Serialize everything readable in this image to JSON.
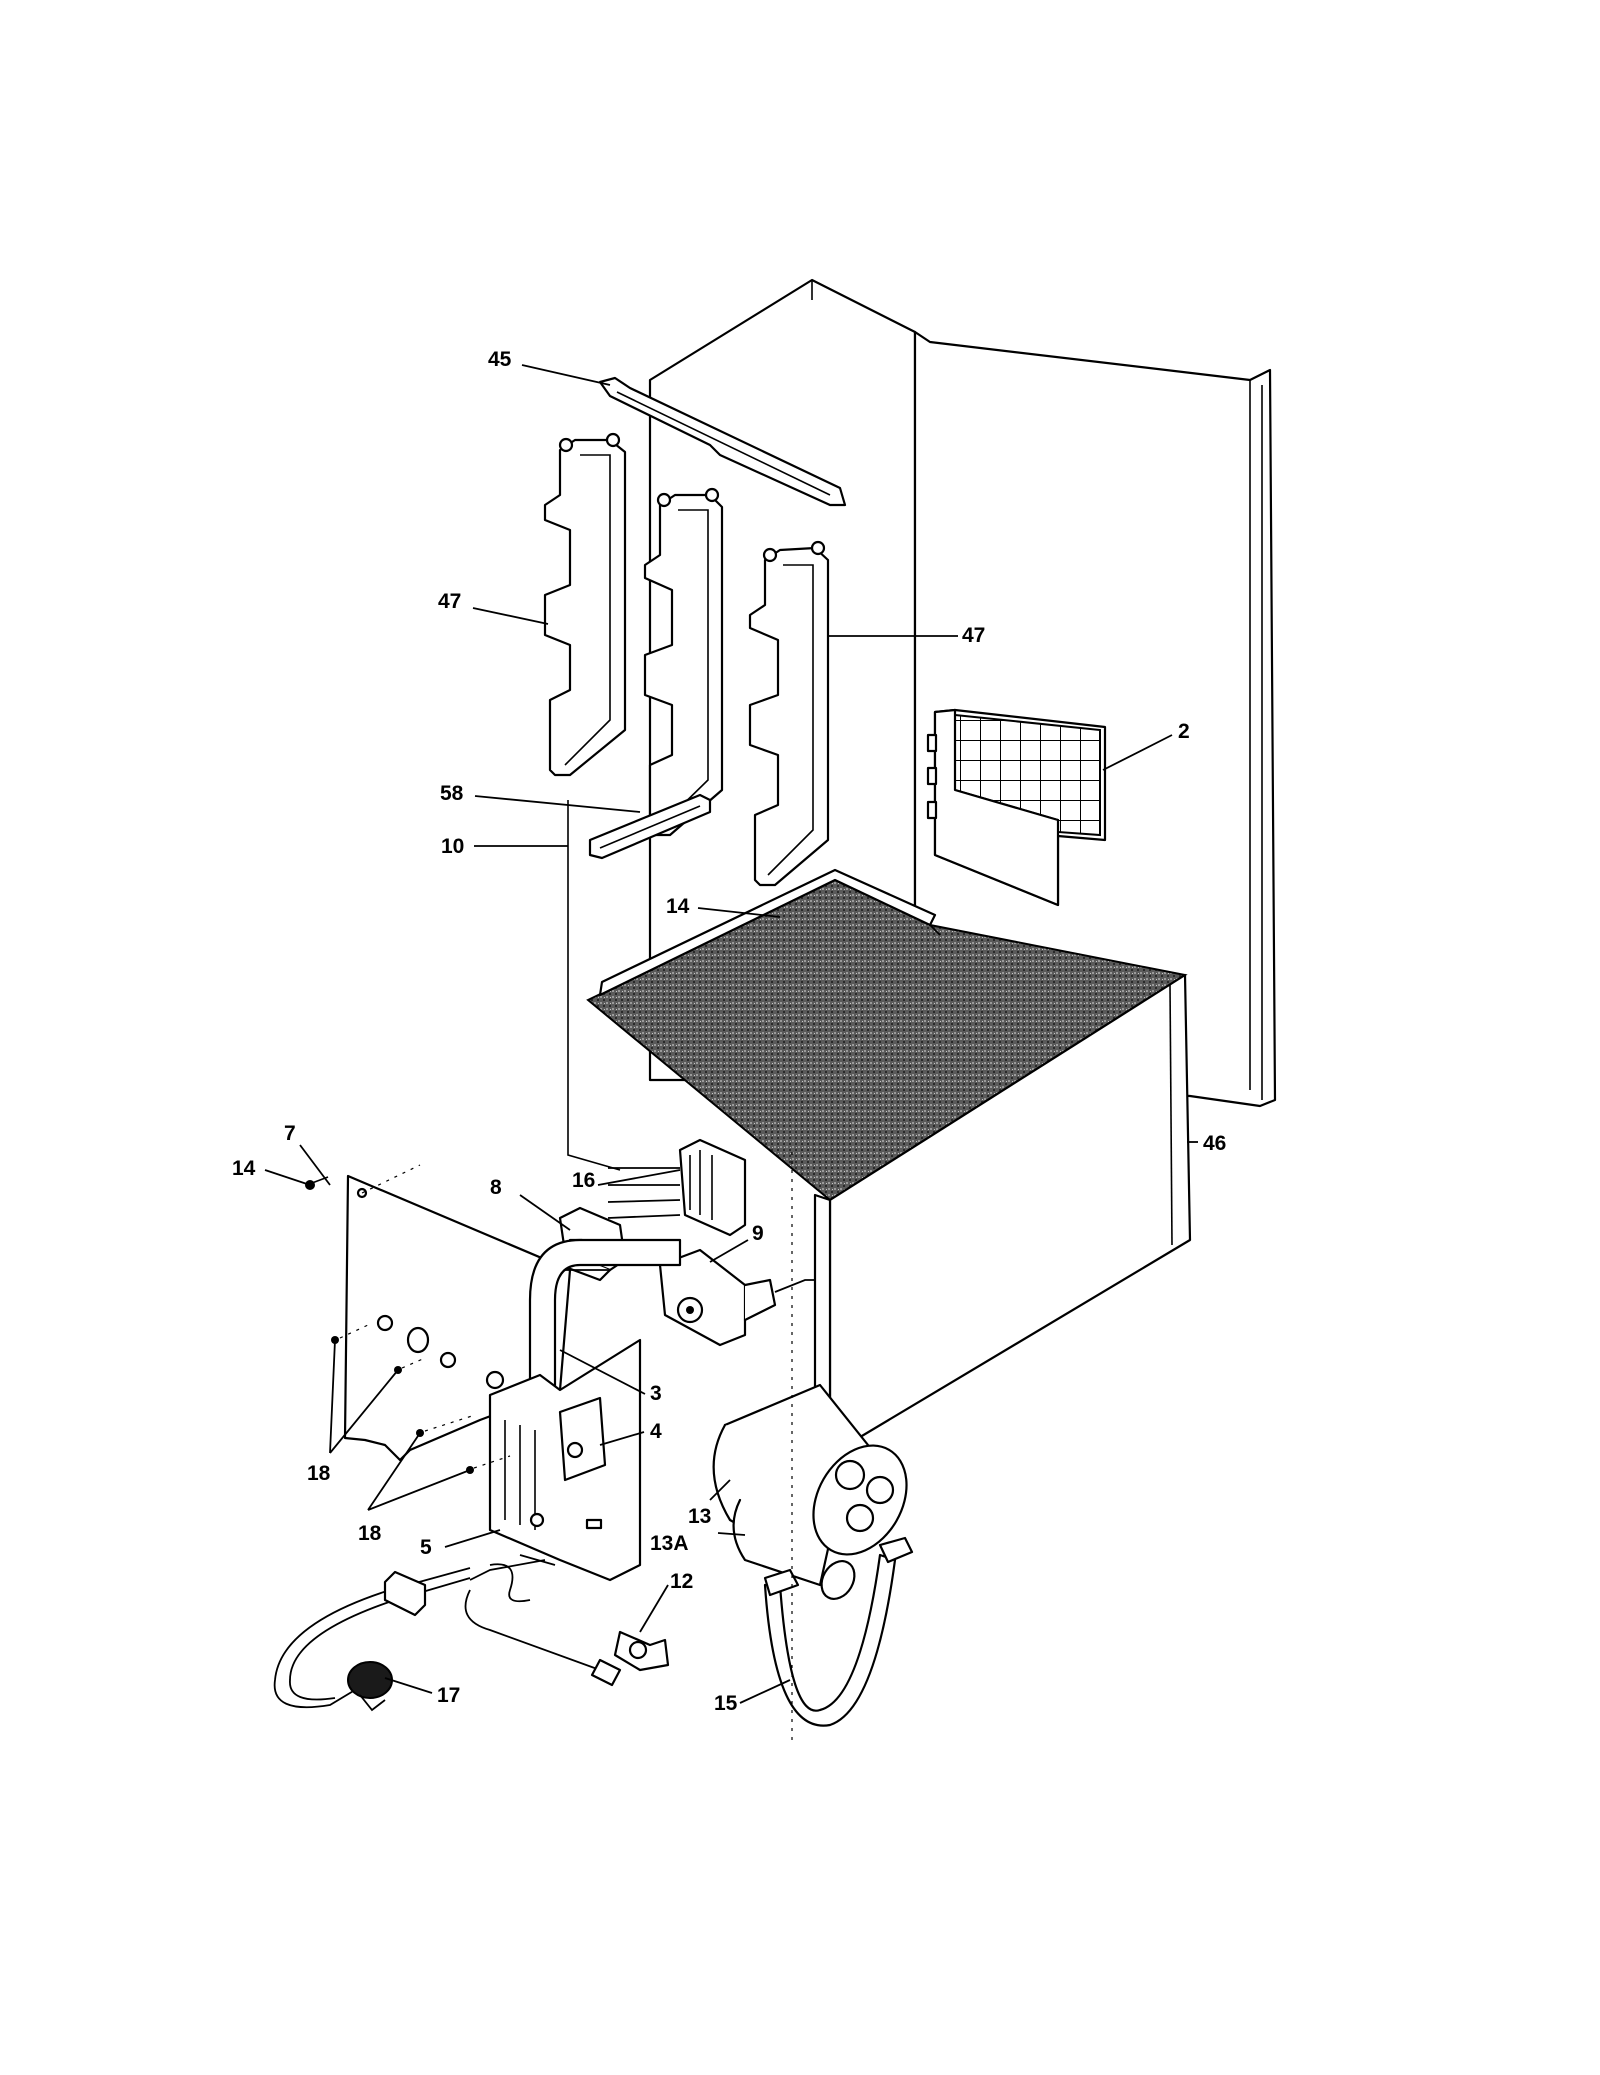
{
  "callouts": {
    "c45": "45",
    "c47a": "47",
    "c47b": "47",
    "c2": "2",
    "c58": "58",
    "c10": "10",
    "c14a": "14",
    "c46": "46",
    "c7": "7",
    "c14b": "14",
    "c16": "16",
    "c8": "8",
    "c9": "9",
    "c3": "3",
    "c4": "4",
    "c18a": "18",
    "c18b": "18",
    "c5": "5",
    "c13": "13",
    "c13a": "13A",
    "c12": "12",
    "c17": "17",
    "c15": "15"
  }
}
